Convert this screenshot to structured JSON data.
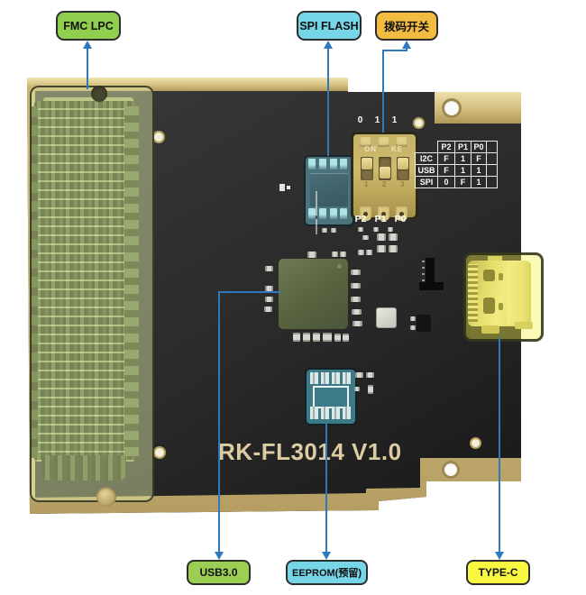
{
  "callouts": {
    "line_color": "#2e78bd",
    "top": [
      {
        "label": "FMC LPC",
        "color": "#8fce4e"
      },
      {
        "label": "SPI FLASH",
        "color": "#76d5e6"
      },
      {
        "label": "拨码开关",
        "color": "#f2bb42"
      }
    ],
    "bottom": [
      {
        "label": "USB3.0",
        "color": "#9bce52"
      },
      {
        "label": "EEPROM(预留)",
        "color": "#76d5e6"
      },
      {
        "label": "TYPE-C",
        "color": "#f8f840"
      }
    ]
  },
  "board": {
    "silkscreen": "RK-FL3014 V1.0",
    "dip_switch": {
      "top_values": [
        "0",
        "1",
        "1"
      ],
      "on_label": "ON",
      "brand_label": "KE",
      "position_numbers": [
        "1",
        "2",
        "3"
      ],
      "bottom_labels": [
        "P2",
        "P1",
        "P0"
      ]
    },
    "config_table": {
      "header": [
        "P2",
        "P1",
        "P0"
      ],
      "rows": [
        {
          "label": "I2C",
          "values": [
            "F",
            "1",
            "F"
          ]
        },
        {
          "label": "USB",
          "values": [
            "F",
            "1",
            "1"
          ]
        },
        {
          "label": "SPI",
          "values": [
            "0",
            "F",
            "1"
          ]
        }
      ]
    }
  }
}
